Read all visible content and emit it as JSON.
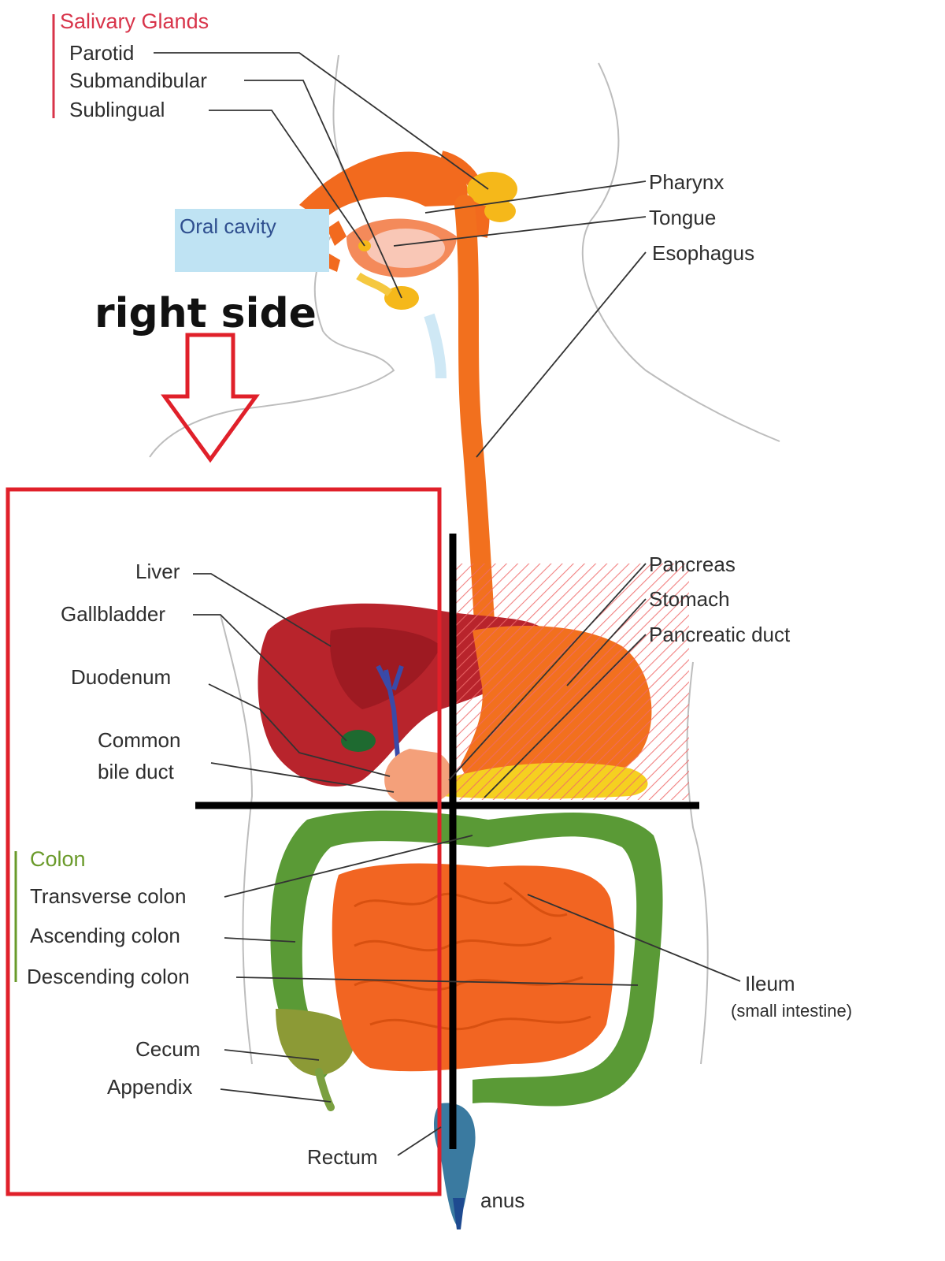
{
  "salivary": {
    "title": "Salivary Glands",
    "items": [
      "Parotid",
      "Submandibular",
      "Sublingual"
    ]
  },
  "upper_right": [
    "Pharynx",
    "Tongue",
    "Esophagus"
  ],
  "oral_cavity": "Oral cavity",
  "annotation": {
    "text": "right side"
  },
  "right_organs": [
    "Liver",
    "Gallbladder",
    "Duodenum",
    "Common",
    "bile duct"
  ],
  "left_organs": [
    "Pancreas",
    "Stomach",
    "Pancreatic duct"
  ],
  "colon": {
    "title": "Colon",
    "items": [
      "Transverse colon",
      "Ascending colon",
      "Descending colon"
    ]
  },
  "lower_left": [
    "Cecum",
    "Appendix",
    "Rectum"
  ],
  "ileum": {
    "name": "Ileum",
    "note": "(small intestine)"
  },
  "anus": "anus",
  "colors": {
    "accent_red": "#e0202a",
    "label_red": "#d8344a",
    "colon_green": "#6a9a2a",
    "esophagus_orange": "#f2701e",
    "liver_red": "#b8242c",
    "intestine_orange": "#f26522",
    "colon_body": "#5a9a36",
    "gland_yellow": "#f5b81a"
  }
}
